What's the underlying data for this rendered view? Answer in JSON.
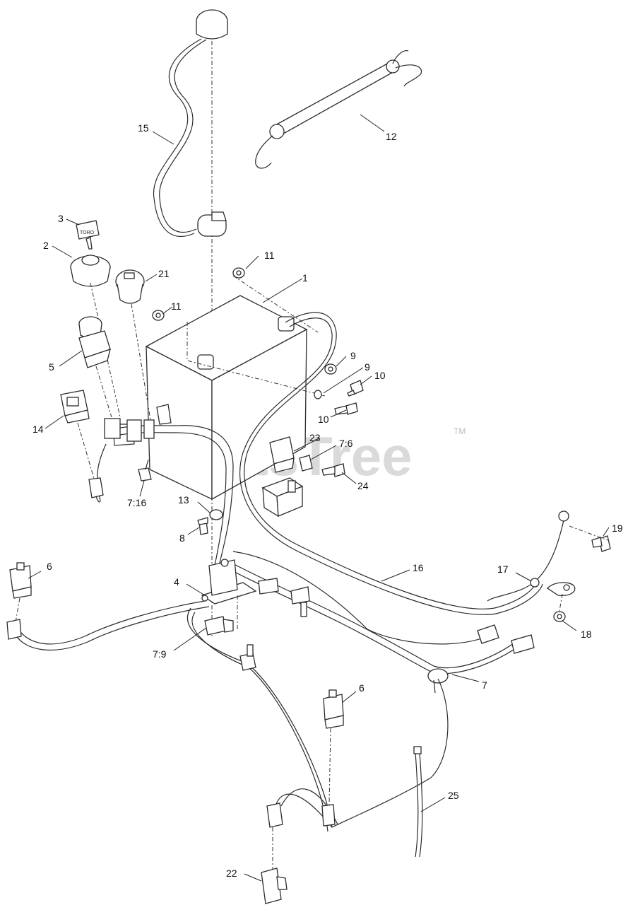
{
  "watermark": {
    "text": "PartsTree",
    "tm": "TM"
  },
  "logo_text": "TORO",
  "callouts": [
    {
      "id": "c1",
      "text": "1"
    },
    {
      "id": "c2",
      "text": "2"
    },
    {
      "id": "c3",
      "text": "3"
    },
    {
      "id": "c4",
      "text": "4"
    },
    {
      "id": "c5",
      "text": "5"
    },
    {
      "id": "c6a",
      "text": "6"
    },
    {
      "id": "c6b",
      "text": "6"
    },
    {
      "id": "c7",
      "text": "7"
    },
    {
      "id": "c7_6",
      "text": "7:6"
    },
    {
      "id": "c7_9",
      "text": "7:9"
    },
    {
      "id": "c7_16",
      "text": "7:16"
    },
    {
      "id": "c8",
      "text": "8"
    },
    {
      "id": "c9a",
      "text": "9"
    },
    {
      "id": "c9b",
      "text": "9"
    },
    {
      "id": "c10a",
      "text": "10"
    },
    {
      "id": "c10b",
      "text": "10"
    },
    {
      "id": "c11a",
      "text": "11"
    },
    {
      "id": "c11b",
      "text": "11"
    },
    {
      "id": "c12",
      "text": "12"
    },
    {
      "id": "c13",
      "text": "13"
    },
    {
      "id": "c14",
      "text": "14"
    },
    {
      "id": "c15",
      "text": "15"
    },
    {
      "id": "c16",
      "text": "16"
    },
    {
      "id": "c17",
      "text": "17"
    },
    {
      "id": "c18",
      "text": "18"
    },
    {
      "id": "c19",
      "text": "19"
    },
    {
      "id": "c21",
      "text": "21"
    },
    {
      "id": "c22",
      "text": "22"
    },
    {
      "id": "c23",
      "text": "23"
    },
    {
      "id": "c24",
      "text": "24"
    },
    {
      "id": "c25",
      "text": "25"
    }
  ]
}
